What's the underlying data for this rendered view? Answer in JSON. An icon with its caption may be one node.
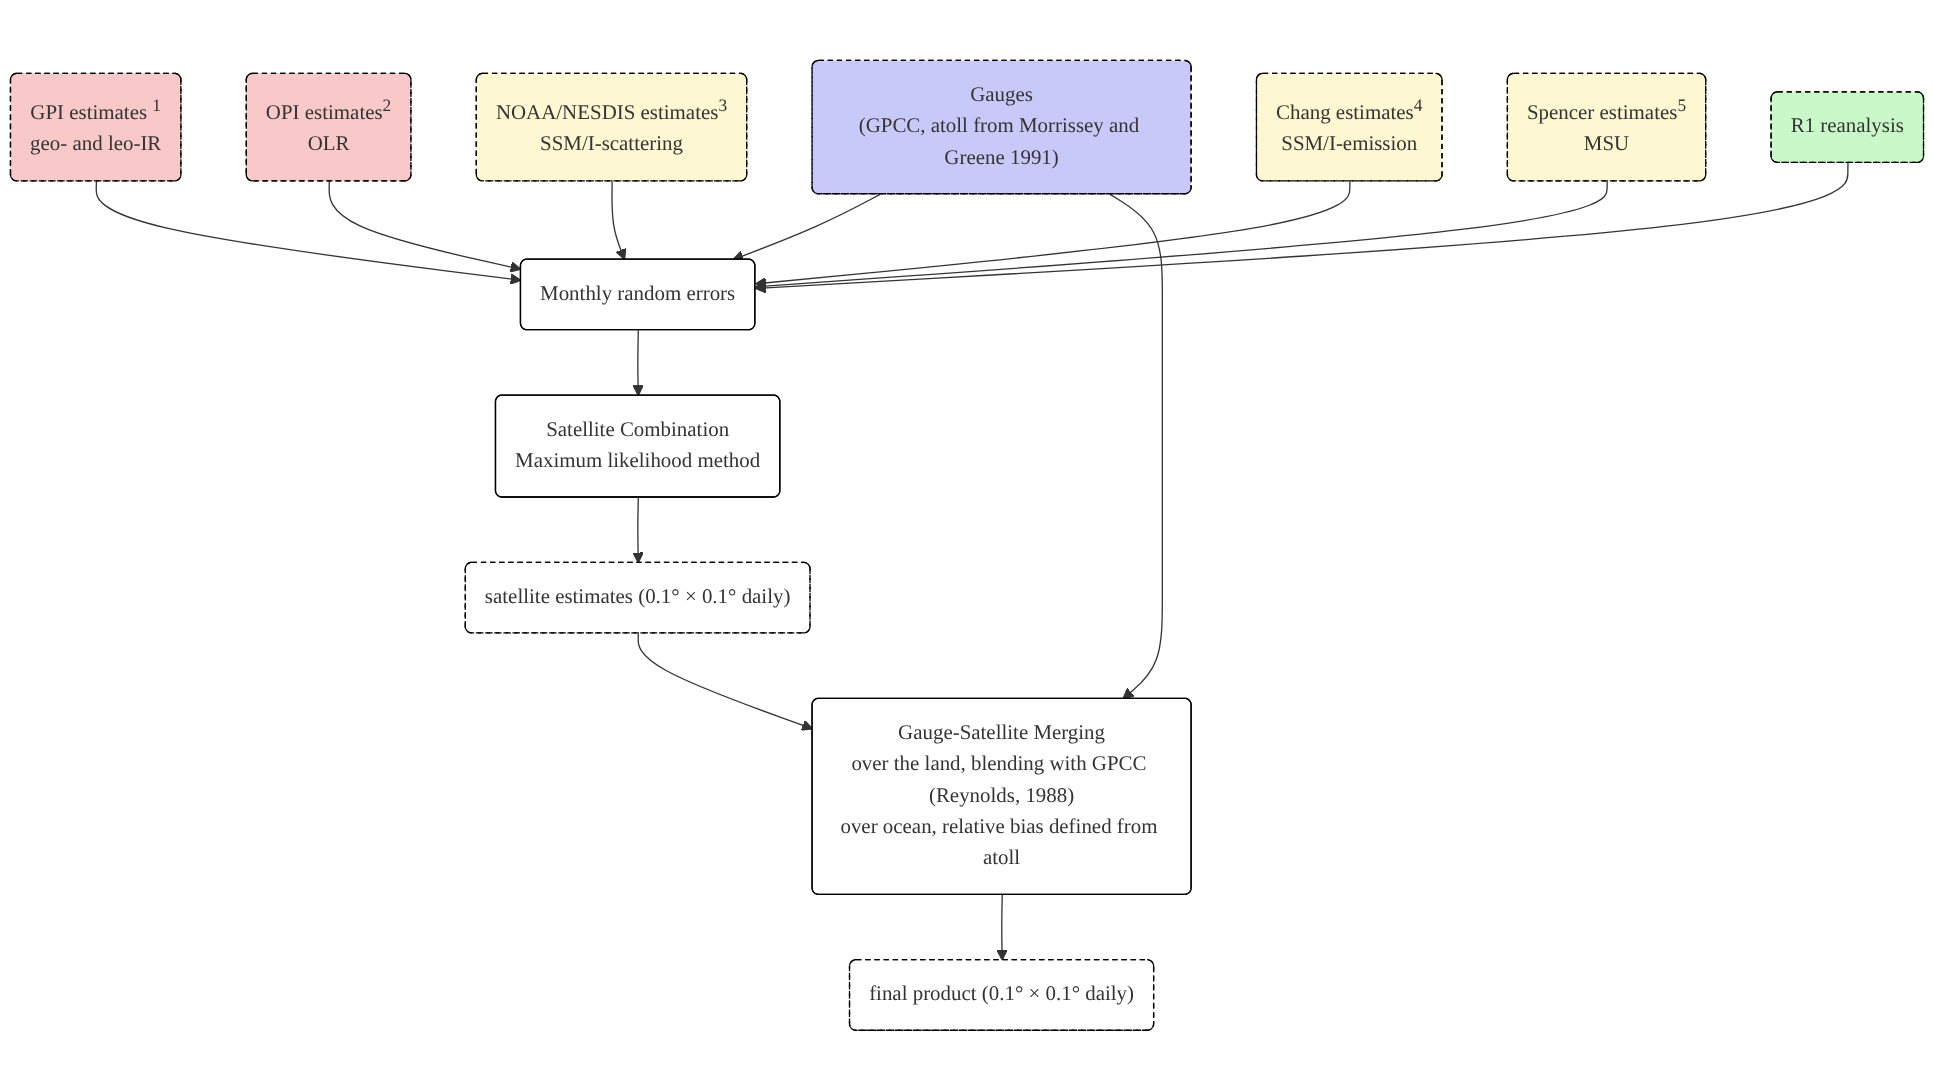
{
  "diagram": {
    "nodes": [
      {
        "text": [
          "GPI estimates $^{1}$",
          "geo- and leo-IR"
        ]
      },
      {
        "text": [
          "OPI estimates$^{2}$",
          "OLR"
        ]
      },
      {
        "text": [
          "NOAA/NESDIS estimates$^{3}$",
          "SSM/I-scattering"
        ]
      },
      {
        "text": [
          "Chang estimates$^{4}$",
          "SSM/I-emission"
        ]
      },
      {
        "text": [
          "Spencer estimates$^{5}$",
          "MSU"
        ]
      },
      {
        "text": [
          "R1 reanalysis"
        ]
      },
      {
        "text": [
          "Gauges",
          "(GPCC, atoll from Morrissey and Greene 1991)"
        ]
      },
      {
        "text": [
          "Monthly random errors"
        ]
      },
      {
        "text": [
          "Satellite Combination",
          "Maximum likelihood method"
        ]
      },
      {
        "text": [
          "satellite estimates (0.1° × 0.1° daily)"
        ]
      },
      {
        "text": [
          "Gauge-Satellite Merging",
          "over the land, blending with GPCC (Reynolds, 1988)",
          "over ocean, relative bias defined from atoll"
        ]
      },
      {
        "text": [
          "final product (0.1° × 0.1° daily)"
        ]
      }
    ],
    "edges": [
      {
        "from": 0,
        "to": 7,
        "arrow": "to"
      },
      {
        "from": 1,
        "to": 7,
        "arrow": "to"
      },
      {
        "from": 2,
        "to": 7,
        "arrow": "to"
      },
      {
        "from": 3,
        "to": 7,
        "arrow": "to"
      },
      {
        "from": 4,
        "to": 7,
        "arrow": "to"
      },
      {
        "from": 5,
        "to": 7,
        "arrow": "to"
      },
      {
        "from": 6,
        "to": 7,
        "arrow": "to"
      },
      {
        "from": 7,
        "to": 8,
        "arrow": "to"
      },
      {
        "from": 8,
        "to": 9,
        "arrow": "to"
      },
      {
        "from": 6,
        "to": 10,
        "arrow": "to"
      },
      {
        "from": 9,
        "to": 10,
        "arrow": "to"
      },
      {
        "from": 10,
        "to": 11,
        "arrow": "to"
      }
    ]
  }
}
